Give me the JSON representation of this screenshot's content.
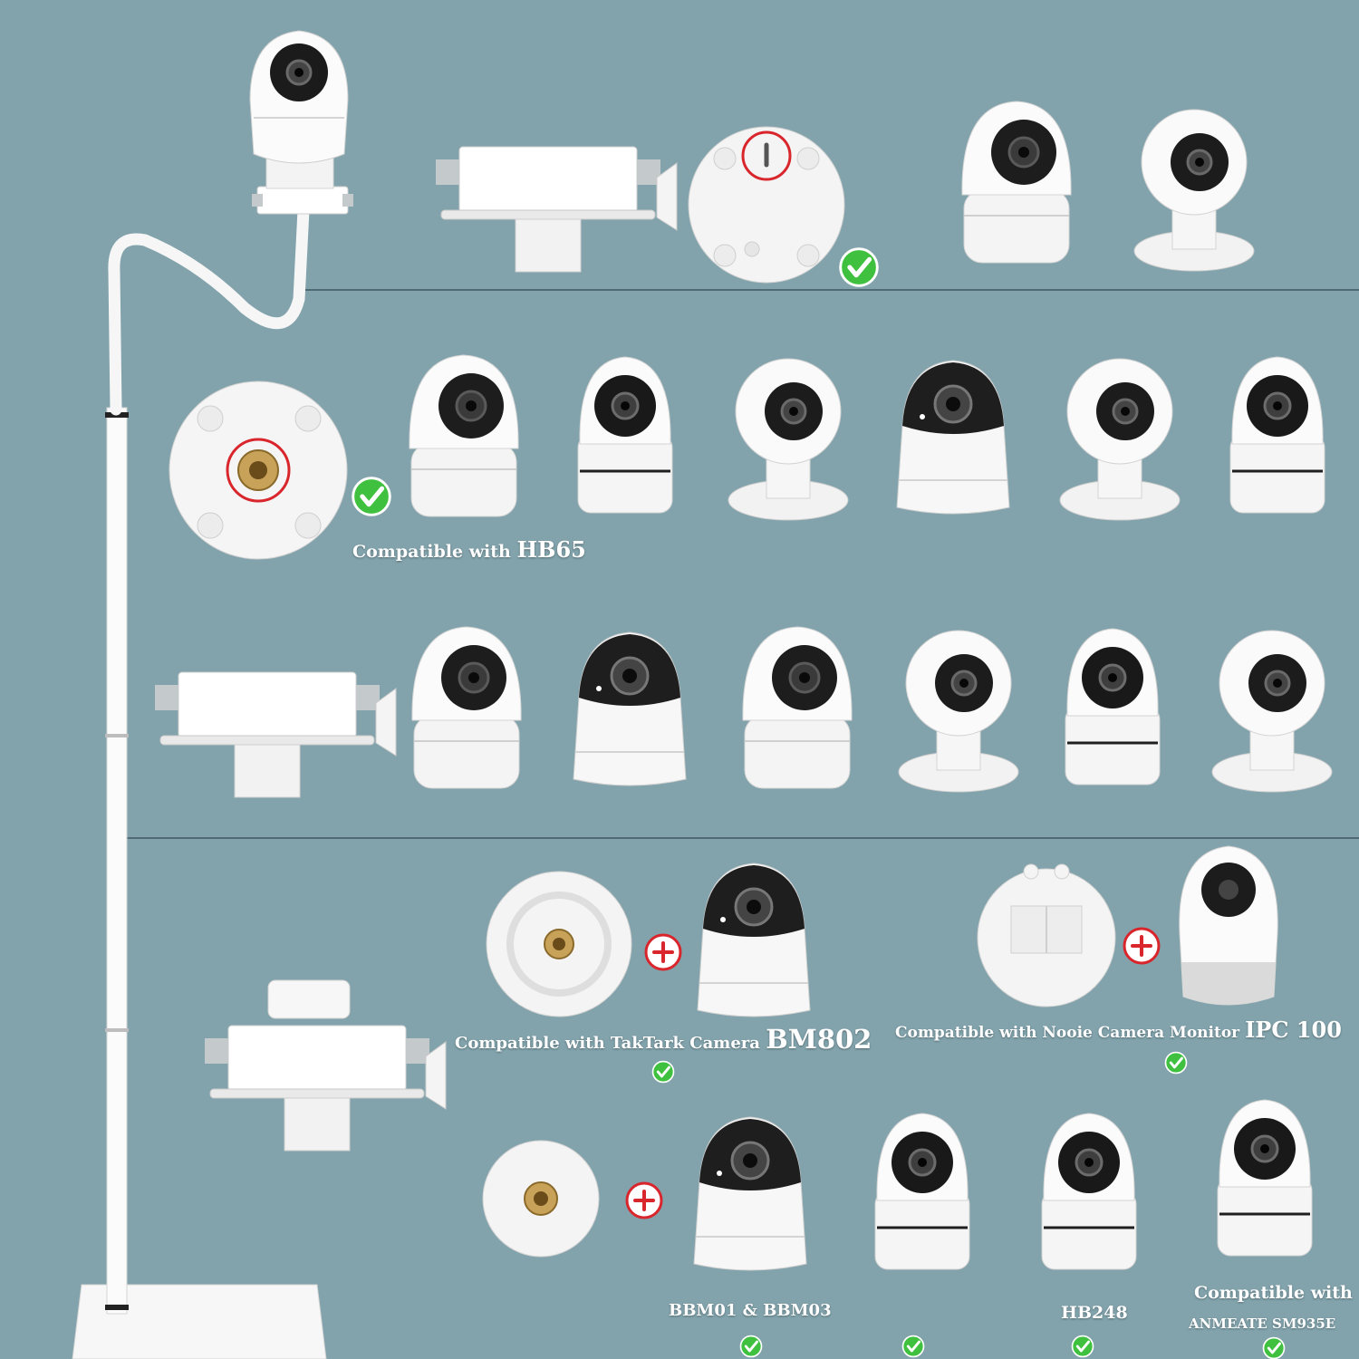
{
  "captions": {
    "hb65_prefix": "Compatible with",
    "hb65_model": "HB65",
    "taktark_prefix": "Compatible with TakTark Camera",
    "taktark_model": "BM802",
    "nooie_prefix": "Compatible with Nooie Camera Monitor",
    "nooie_model": "IPC 100",
    "bbm": "BBM01 & BBM03",
    "hb248": "HB248",
    "anmeate_line1": "Compatible with",
    "anmeate_line2": "ANMEATE SM935E"
  },
  "colors": {
    "background": "#82a3ac",
    "divider": "#4f6a72",
    "check_green": "#3fc13f",
    "plus_red": "#d8262c",
    "brass": "#c9a25a"
  },
  "icons": [
    "check-icon",
    "plus-icon",
    "baby-camera-icon",
    "mount-plate-icon",
    "clamp-adapter-icon"
  ]
}
